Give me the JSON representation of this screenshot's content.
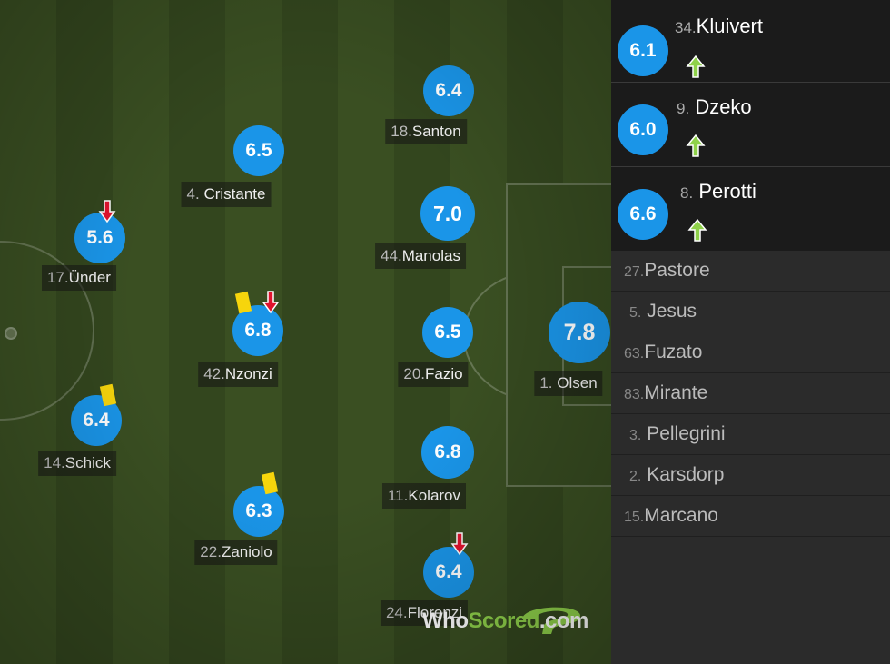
{
  "players": [
    {
      "num": "17.",
      "name": "Ünder",
      "rating": "5.6"
    },
    {
      "num": "14.",
      "name": "Schick",
      "rating": "6.4"
    },
    {
      "num": "4.",
      "name": "Cristante",
      "rating": "6.5"
    },
    {
      "num": "42.",
      "name": "Nzonzi",
      "rating": "6.8"
    },
    {
      "num": "22.",
      "name": "Zaniolo",
      "rating": "6.3"
    },
    {
      "num": "18.",
      "name": "Santon",
      "rating": "6.4"
    },
    {
      "num": "44.",
      "name": "Manolas",
      "rating": "7.0"
    },
    {
      "num": "20.",
      "name": "Fazio",
      "rating": "6.5"
    },
    {
      "num": "11.",
      "name": "Kolarov",
      "rating": "6.8"
    },
    {
      "num": "24.",
      "name": "Florenzi",
      "rating": "6.4"
    },
    {
      "num": "1.",
      "name": "Olsen",
      "rating": "7.8"
    }
  ],
  "substitutes": [
    {
      "num": "34.",
      "name": "Kluivert",
      "rating": "6.1"
    },
    {
      "num": "9.",
      "name": "Dzeko",
      "rating": "6.0"
    },
    {
      "num": "8.",
      "name": "Perotti",
      "rating": "6.6"
    }
  ],
  "bench": [
    {
      "num": "27.",
      "name": "Pastore"
    },
    {
      "num": "5.",
      "name": "Jesus"
    },
    {
      "num": "63.",
      "name": "Fuzato"
    },
    {
      "num": "83.",
      "name": "Mirante"
    },
    {
      "num": "3.",
      "name": "Pellegrini"
    },
    {
      "num": "2.",
      "name": "Karsdorp"
    },
    {
      "num": "15.",
      "name": "Marcano"
    }
  ],
  "logo": {
    "part1": "Who",
    "part2": "Scored",
    "part3": ".com"
  },
  "colors": {
    "rating_bg": "#1a95e8",
    "yellow_card": "#f6d50c",
    "sub_off": "#e0142e",
    "sub_on": "#8fd14a"
  }
}
